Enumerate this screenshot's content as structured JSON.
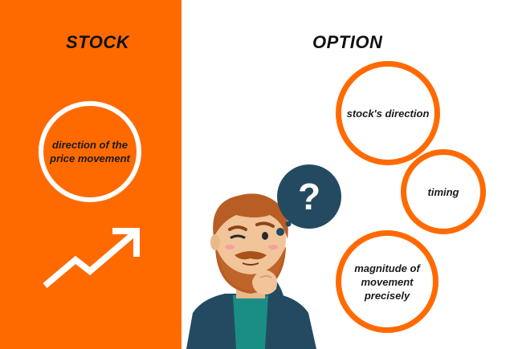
{
  "stock": {
    "title": "STOCK",
    "circle_text": "direction of the price movement",
    "panel_color": "#ff6a00",
    "trend_icon": "upward-trend-arrow-icon"
  },
  "option": {
    "title": "OPTION",
    "circles": [
      {
        "label": "stock's direction"
      },
      {
        "label": "timing"
      },
      {
        "label": "magnitude of movement precisely"
      }
    ],
    "ring_color": "#ff6a00"
  },
  "illustration": {
    "figure": "thinking-man-icon",
    "thought_bubble_symbol": "?",
    "bubble_color": "#244a62"
  }
}
